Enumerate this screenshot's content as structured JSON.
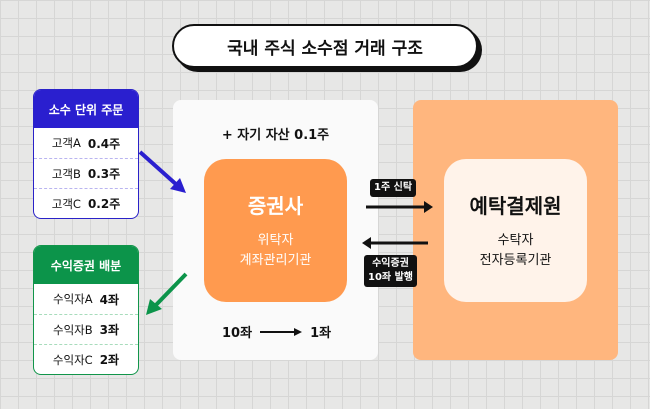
{
  "title": "국내 주식 소수점 거래 구조",
  "orders": {
    "header": "소수 단위 주문",
    "rows": [
      {
        "name": "고객A",
        "qty": "0.4주"
      },
      {
        "name": "고객B",
        "qty": "0.3주"
      },
      {
        "name": "고객C",
        "qty": "0.2주"
      }
    ]
  },
  "distribution": {
    "header": "수익증권 배분",
    "rows": [
      {
        "name": "수익자A",
        "qty": "4좌"
      },
      {
        "name": "수익자B",
        "qty": "3좌"
      },
      {
        "name": "수익자C",
        "qty": "2좌"
      }
    ]
  },
  "broker": {
    "own_asset": "+ 자기 자산 0.1주",
    "name": "증권사",
    "role1": "위탁자",
    "role2": "계좌관리기관",
    "conv_from": "10좌",
    "conv_to": "1좌"
  },
  "ksd": {
    "name": "예탁결제원",
    "role1": "수탁자",
    "role2": "전자등록기관"
  },
  "flows": {
    "trust": "1주 신탁",
    "issue1": "수익증권",
    "issue2": "10좌 발행"
  },
  "colors": {
    "blue": "#2a1fcf",
    "green": "#0c944a",
    "orange": "#ff9a4f",
    "peach": "#ffb67e"
  }
}
